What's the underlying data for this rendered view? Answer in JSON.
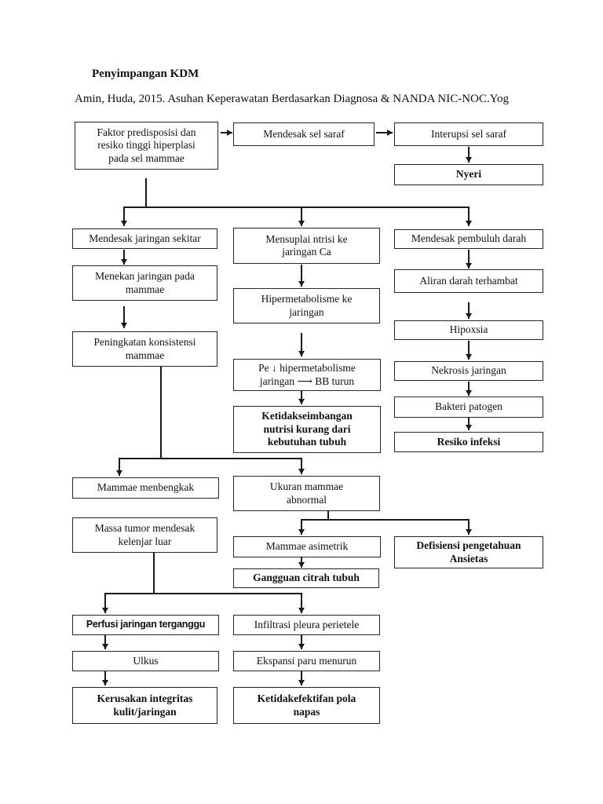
{
  "header": {
    "title": "Penyimpangan KDM",
    "citation": "Amin, Huda, 2015. Asuhan Keperawatan Berdasarkan Diagnosa & NANDA NIC-NOC.Yog"
  },
  "boxes": {
    "faktor": "Faktor predisposisi dan\nresiko tinggi hiperplasi\npada sel mammae",
    "mendesak_sel_saraf": "Mendesak sel saraf",
    "interupsi": "Interupsi sel saraf",
    "nyeri": "Nyeri",
    "mendesak_jaringan": "Mendesak jaringan sekitar",
    "menekan_jaringan": "Menekan jaringan pada\nmammae",
    "peningkatan": "Peningkatan konsistensi\nmammae",
    "mensuplai": "Mensuplai ntrisi ke\njaringan Ca",
    "hipermetabolisme": "Hipermetabolisme ke\njaringan",
    "pe_turun": "Pe ↓ hipermetabolisme\njaringan ⟶ BB turun",
    "ketidakseimbangan": "Ketidakseimbangan\nnutrisi kurang dari\nkebutuhan tubuh",
    "mendesak_pembuluh": "Mendesak pembuluh darah",
    "aliran": "Aliran darah terhambat",
    "hipoxsia": "Hipoxsia",
    "nekrosis": "Nekrosis jaringan",
    "bakteri": "Bakteri patogen",
    "resiko_infeksi": "Resiko infeksi",
    "mammae_menbengkak": "Mammae menbengkak",
    "ukuran_abnormal": "Ukuran mammae\nabnormal",
    "massa_tumor": "Massa tumor mendesak\nkelenjar luar",
    "mammae_asimetrik": "Mammae asimetrik",
    "defisiensi": "Defisiensi pengetahuan\nAnsietas",
    "gangguan_citrah": "Gangguan citrah tubuh",
    "perfusi": "Perfusi jaringan terganggu",
    "infiltrasi": "Infiltrasi pleura perietele",
    "ulkus": "Ulkus",
    "kerusakan": "Kerusakan integritas\nkulit/jaringan",
    "ekspansi": "Ekspansi paru menurun",
    "ketidakefektifan": "Ketidakefektifan pola\nnapas"
  }
}
